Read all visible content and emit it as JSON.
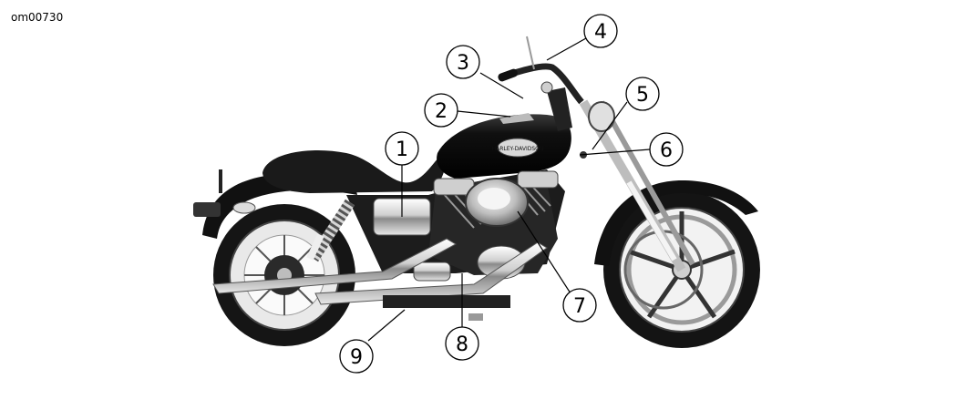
{
  "figure_id": "om00730",
  "callouts": [
    {
      "label": "1"
    },
    {
      "label": "2"
    },
    {
      "label": "3"
    },
    {
      "label": "4"
    },
    {
      "label": "5"
    },
    {
      "label": "6"
    },
    {
      "label": "7"
    },
    {
      "label": "8"
    },
    {
      "label": "9"
    }
  ],
  "tank_logo": "HARLEY-DAVIDSON",
  "colors": {
    "ink": "#000000",
    "chrome": "#d9d9d9",
    "paint": "#161616",
    "tire": "#1a1a1a"
  }
}
